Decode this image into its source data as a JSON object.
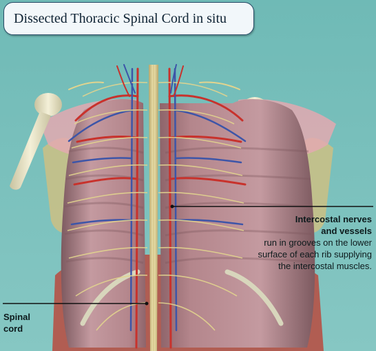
{
  "title": "Dissected Thoracic Spinal Cord in situ",
  "labels": {
    "intercostal": {
      "name_line1": "Intercostal nerves",
      "name_line2": "and vessels",
      "desc_line1": "run in grooves on the lower",
      "desc_line2": "surface of each rib supplying",
      "desc_line3": "the intercostal muscles."
    },
    "spinal_cord": {
      "name_line1": "Spinal",
      "name_line2": "cord"
    }
  },
  "colors": {
    "background": "#79bfbb",
    "title_border": "#274a66",
    "muscle": "#b98e92",
    "spinal_cord": "#e8dba2",
    "artery": "#c8322c",
    "vein": "#3d55a8",
    "bone": "#e9e4c6"
  }
}
